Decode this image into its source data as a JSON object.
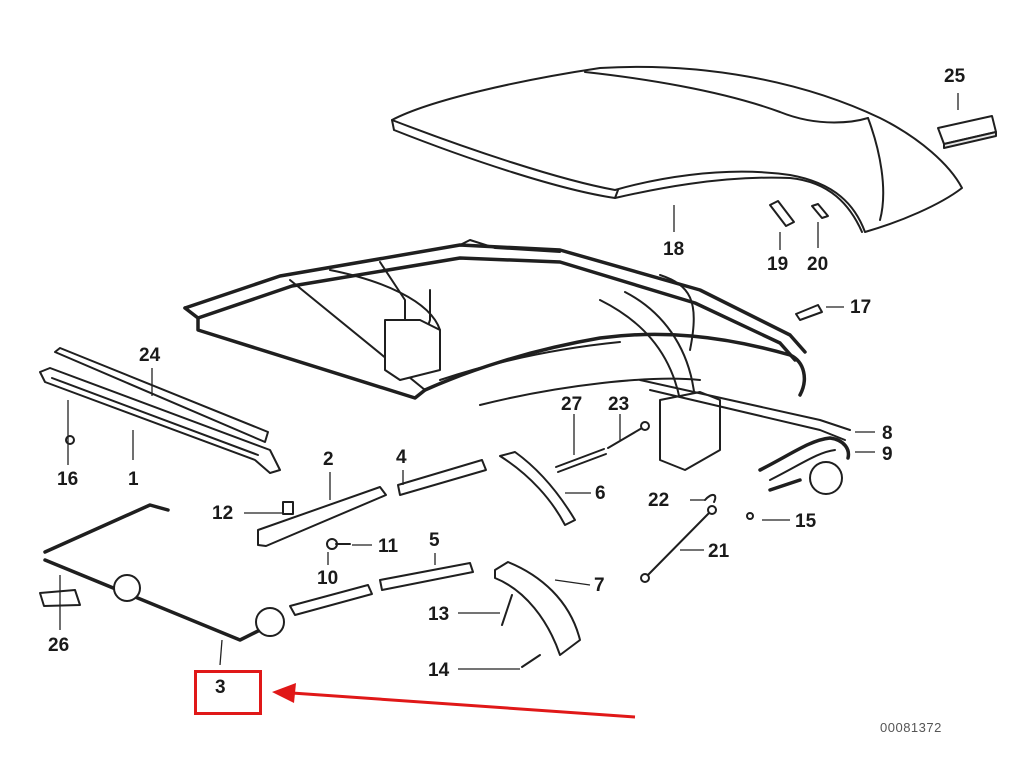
{
  "diagram": {
    "document_number": "00081372",
    "highlighted_part": "3",
    "highlight_color": "#e01818",
    "labels": {
      "p1": "1",
      "p2": "2",
      "p3": "3",
      "p4": "4",
      "p5": "5",
      "p6": "6",
      "p7": "7",
      "p8": "8",
      "p9": "9",
      "p10": "10",
      "p11": "11",
      "p12": "12",
      "p13": "13",
      "p14": "14",
      "p15": "15",
      "p16": "16",
      "p17": "17",
      "p18": "18",
      "p19": "19",
      "p20": "20",
      "p21": "21",
      "p22": "22",
      "p23": "23",
      "p24": "24",
      "p25": "25",
      "p26": "26",
      "p27": "27"
    }
  }
}
